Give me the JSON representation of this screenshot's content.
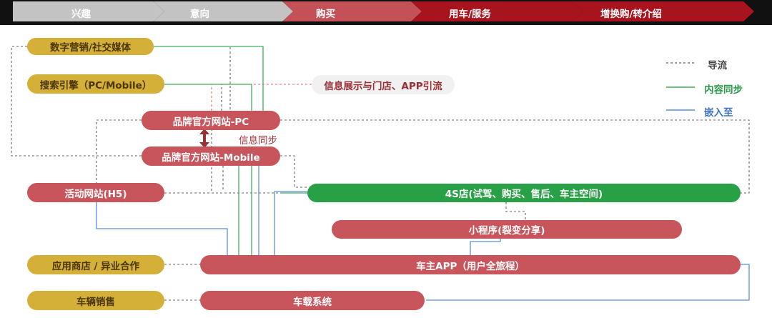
{
  "stages": [
    "兴趣",
    "意向",
    "购买",
    "用车/服务",
    "增换购/转介绍"
  ],
  "colors": {
    "stage_gray": "#c3c3c3",
    "stage_red_light": "#c45058",
    "stage_red_dark": "#a8141e",
    "gold": "#d5b038",
    "red": "#c8555c",
    "green": "#28a046",
    "line_blue": "#5b8fd6",
    "line_green": "#3cae5a",
    "line_gray": "#666666",
    "line_red": "#e06a6a"
  },
  "legend": {
    "guide": "导流",
    "content_sync": "内容同步",
    "embed": "嵌入至"
  },
  "nodes": {
    "digital_marketing": "数字营销/社交媒体",
    "search_engine": "搜索引擎（PC/Mobile）",
    "info_display": "信息展示与门店、APP引流",
    "brand_pc": "品牌官方网站-PC",
    "info_sync": "信息同步",
    "brand_mobile": "品牌官方网站-Mobile",
    "campaign_site": "活动网站(H5)",
    "store_4s": "4S店(试驾、购买、售后、车主空间)",
    "mini_program": "小程序(裂变分享)",
    "app_store": "应用商店 / 异业合作",
    "owner_app": "车主APP（用户全旅程）",
    "vehicle_sales": "车辆销售",
    "in_car_system": "车载系统"
  }
}
